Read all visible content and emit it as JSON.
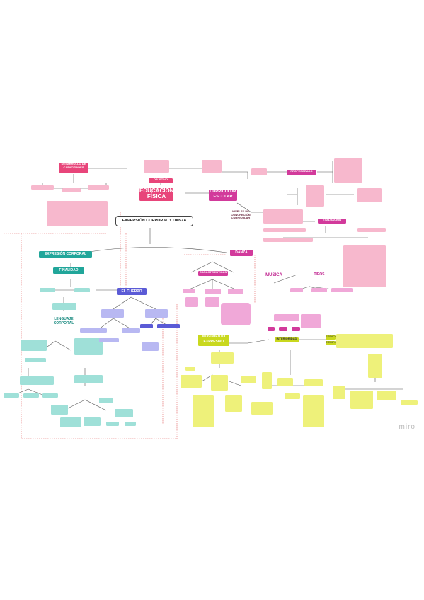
{
  "nodes": {
    "desarrollo": "DESARROLLO DE CAPACIDADES",
    "educacion": "EDUCACIÓN FÍSICA",
    "objetivo": "OBJETIVO",
    "titulo": "EXPERSIÓN CORPORAL Y DANZA",
    "curriculum": "CURRÍCULUM ESCOLAR",
    "profesorado": "PROFESORADO",
    "evaluacion": "EVALUACIÓN",
    "niveles": "NIVELES DE CONCRECIÓN CURRICULAR",
    "expresion": "EXPRESIÓN CORPORAL",
    "finalidad": "FINALIDAD",
    "cuerpo": "EL CUERPO",
    "lenguaje": "LENGUAJE CORPORAL",
    "danza": "DANZA",
    "caracteristicas": "CARACTERÍSTICAS",
    "musica": "MÚSICA",
    "tipos": "TIPOS",
    "movimiento": "MOVIMIENTO EXPRESIVO",
    "interioridad": "INTERIORIDAD",
    "espacio": "ESPACIO",
    "tiempo": "TIEMPO"
  },
  "watermark": "miro",
  "colors": {
    "pink": "#e8457a",
    "magenta": "#d23a9b",
    "teal": "#21a69a",
    "violet": "#5b5bd6",
    "lime": "#c9d81e",
    "line_red": "#e05a5a",
    "line_dark": "#555555"
  }
}
